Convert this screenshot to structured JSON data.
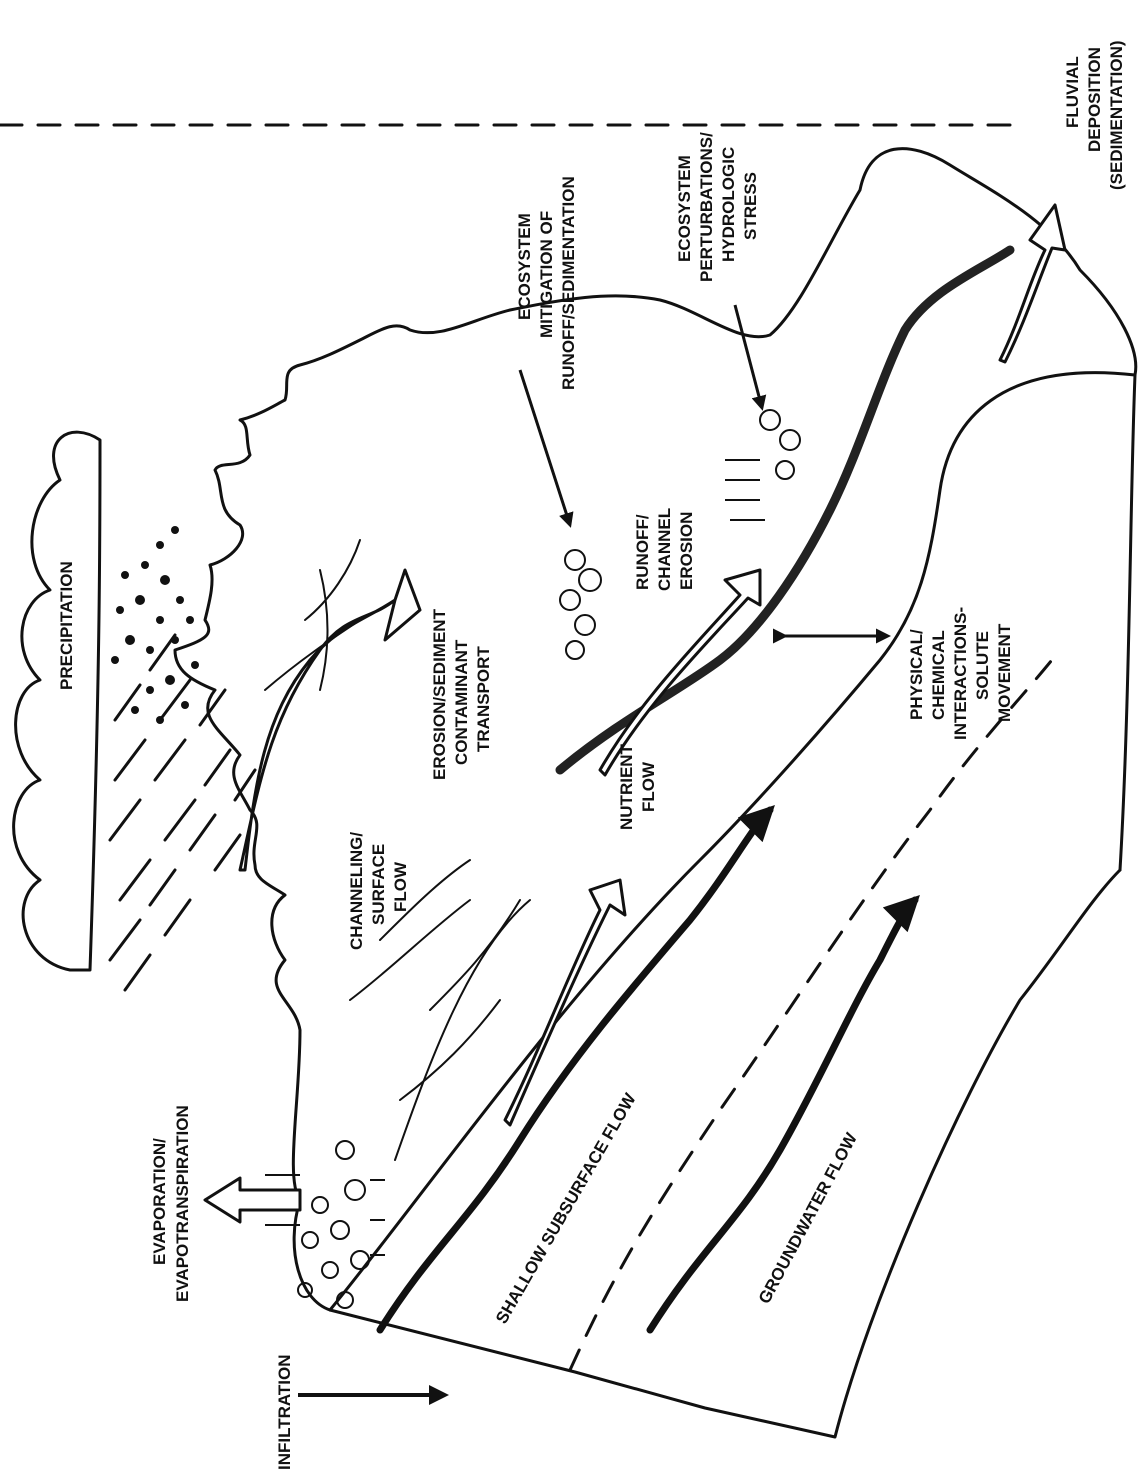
{
  "labels": {
    "infiltration": "INFILTRATION",
    "evaporation_1": "EVAPORATION/",
    "evaporation_2": "EVAPOTRANSPIRATION",
    "precipitation": "PRECIPITATION",
    "channeling_1": "CHANNELING/",
    "channeling_2": "SURFACE",
    "channeling_3": "FLOW",
    "shallow": "SHALLOW SUBSURFACE FLOW",
    "groundwater": "GROUNDWATER FLOW",
    "nutrient_1": "NUTRIENT",
    "nutrient_2": "FLOW",
    "erosion_1": "EROSION/SEDIMENT",
    "erosion_2": "CONTAMINANT",
    "erosion_3": "TRANSPORT",
    "runoff_1": "RUNOFF/",
    "runoff_2": "CHANNEL",
    "runoff_3": "EROSION",
    "physical_1": "PHYSICAL/",
    "physical_2": "CHEMICAL",
    "physical_3": "INTERACTIONS-",
    "physical_4": "SOLUTE",
    "physical_5": "MOVEMENT",
    "mitigation_1": "ECOSYSTEM",
    "mitigation_2": "MITIGATION OF",
    "mitigation_3": "RUNOFF/SEDIMENTATION",
    "perturb_1": "ECOSYSTEM",
    "perturb_2": "PERTURBATIONS/",
    "perturb_3": "HYDROLOGIC",
    "perturb_4": "STRESS",
    "fluvial_1": "FLUVIAL",
    "fluvial_2": "DEPOSITION",
    "fluvial_3": "(SEDIMENTATION)"
  }
}
